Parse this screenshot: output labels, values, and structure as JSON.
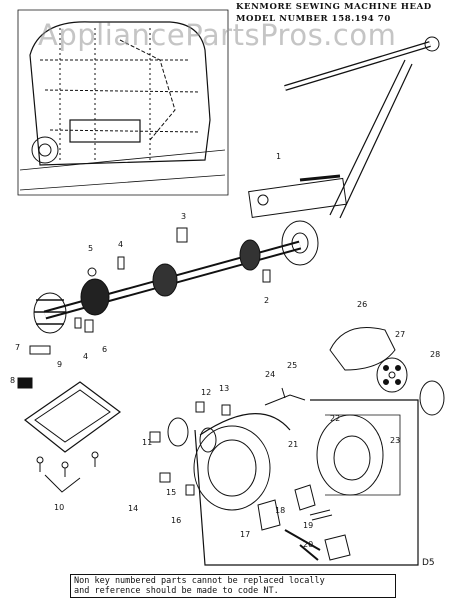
{
  "header": {
    "line1": "KENMORE SEWING MACHINE HEAD",
    "line2": "MODEL NUMBER 158.194 70"
  },
  "watermark": "AppliancePartsPros.com",
  "callouts": [
    {
      "id": "c1",
      "label": "1"
    },
    {
      "id": "c2",
      "label": "2"
    },
    {
      "id": "c3",
      "label": "3"
    },
    {
      "id": "c4a",
      "label": "4"
    },
    {
      "id": "c4b",
      "label": "4"
    },
    {
      "id": "c5",
      "label": "5"
    },
    {
      "id": "c6",
      "label": "6"
    },
    {
      "id": "c7",
      "label": "7"
    },
    {
      "id": "c8",
      "label": "8"
    },
    {
      "id": "c9",
      "label": "9"
    },
    {
      "id": "c10",
      "label": "10"
    },
    {
      "id": "c11",
      "label": "11"
    },
    {
      "id": "c12",
      "label": "12"
    },
    {
      "id": "c13",
      "label": "13"
    },
    {
      "id": "c14",
      "label": "14"
    },
    {
      "id": "c15",
      "label": "15"
    },
    {
      "id": "c16",
      "label": "16"
    },
    {
      "id": "c17",
      "label": "17"
    },
    {
      "id": "c18",
      "label": "18"
    },
    {
      "id": "c19",
      "label": "19"
    },
    {
      "id": "c20",
      "label": "20"
    },
    {
      "id": "c21",
      "label": "21"
    },
    {
      "id": "c22",
      "label": "22"
    },
    {
      "id": "c23",
      "label": "23"
    },
    {
      "id": "c24",
      "label": "24"
    },
    {
      "id": "c25",
      "label": "25"
    },
    {
      "id": "c26",
      "label": "26"
    },
    {
      "id": "c27",
      "label": "27"
    },
    {
      "id": "c28",
      "label": "28"
    }
  ],
  "footer_note": {
    "line1": "Non key numbered parts cannot be replaced locally",
    "line2": "and reference should be made to code NT."
  },
  "page_code": "D5"
}
